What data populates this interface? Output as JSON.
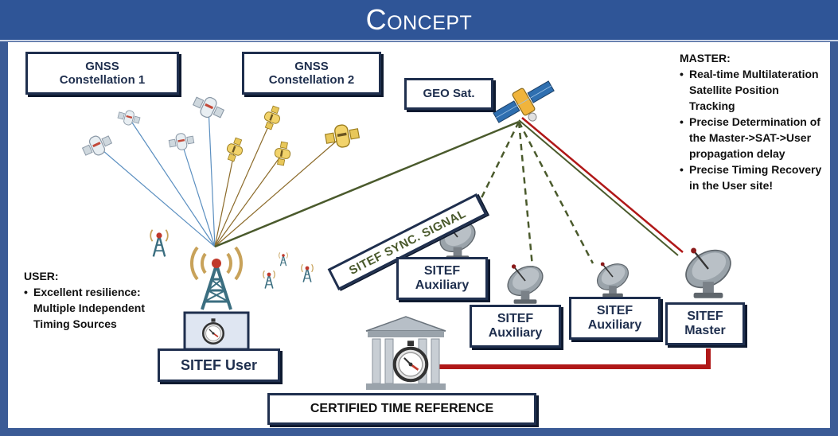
{
  "title": "Concept",
  "labels": {
    "gnss1_line1": "GNSS",
    "gnss1_line2": "Constellation 1",
    "gnss2_line1": "GNSS",
    "gnss2_line2": "Constellation 2",
    "geo_sat": "GEO Sat.",
    "sync_signal": "SITEF SYNC. SIGNAL",
    "aux1_line1": "SITEF",
    "aux1_line2": "Auxiliary",
    "aux2_line1": "SITEF",
    "aux2_line2": "Auxiliary",
    "aux3_line1": "SITEF",
    "aux3_line2": "Auxiliary",
    "master_line1": "SITEF",
    "master_line2": "Master",
    "user_box": "SITEF User",
    "certified": "CERTIFIED TIME REFERENCE"
  },
  "user_note": {
    "heading": "USER:",
    "items": [
      "Excellent resilience: Multiple Independent Timing Sources"
    ]
  },
  "master_note": {
    "heading": "MASTER:",
    "items": [
      "Real-time Multilateration Satellite Position Tracking",
      "Precise Determination of the Master->SAT->User propagation delay",
      "Precise Timing Recovery in the User site!"
    ]
  },
  "colors": {
    "header": "#2f5597",
    "box_border": "#1f2f4e",
    "sync_line": "#4a5a2c",
    "gnss1_lines": "#5b8fc0",
    "gnss2_lines": "#8c6b2a",
    "red_link": "#b01818",
    "tower": "#3b6e80"
  },
  "icons": [
    "satellite-icon",
    "tower-icon",
    "stopwatch-icon",
    "dish-icon",
    "bank-icon"
  ]
}
